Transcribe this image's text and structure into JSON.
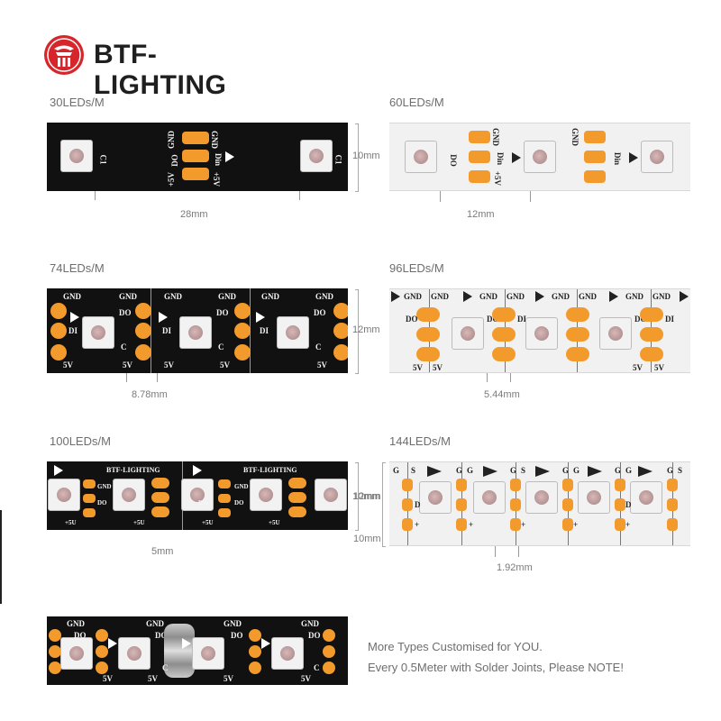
{
  "brand": {
    "name": "BTF-LIGHTING"
  },
  "strips": [
    {
      "id": "30",
      "density": "30LEDs/M",
      "width_label": "10mm",
      "pitch": "28mm"
    },
    {
      "id": "60",
      "density": "60LEDs/M",
      "pitch": "12mm"
    },
    {
      "id": "74",
      "density": "74LEDs/M",
      "width_label": "12mm",
      "pitch": "8.78mm"
    },
    {
      "id": "96",
      "density": "96LEDs/M",
      "pitch": "5.44mm"
    },
    {
      "id": "100",
      "density": "100LEDs/M",
      "width_label": "10mm",
      "pitch": "5mm"
    },
    {
      "id": "144",
      "density": "144LEDs/M",
      "width_label": "12mm",
      "pitch": "1.92mm"
    }
  ],
  "pcb_text": {
    "gnd": "GND",
    "do": "DO",
    "din": "Din",
    "di": "DI",
    "plus5v": "+5V",
    "five_v": "5V",
    "c": "C",
    "c1": "C1",
    "d": "D",
    "g": "G",
    "s": "S",
    "plus": "+",
    "plus5u": "+5U",
    "btf": "BTF-LIGHTING"
  },
  "note": {
    "line1": "More Types Customised for YOU.",
    "line2": "Every 0.5Meter with Solder Joints, Please NOTE!"
  },
  "colors": {
    "pad": "#f29b2c",
    "logo_red": "#d6262b",
    "strip_dark": "#111111",
    "strip_light": "#f1f1f1"
  }
}
